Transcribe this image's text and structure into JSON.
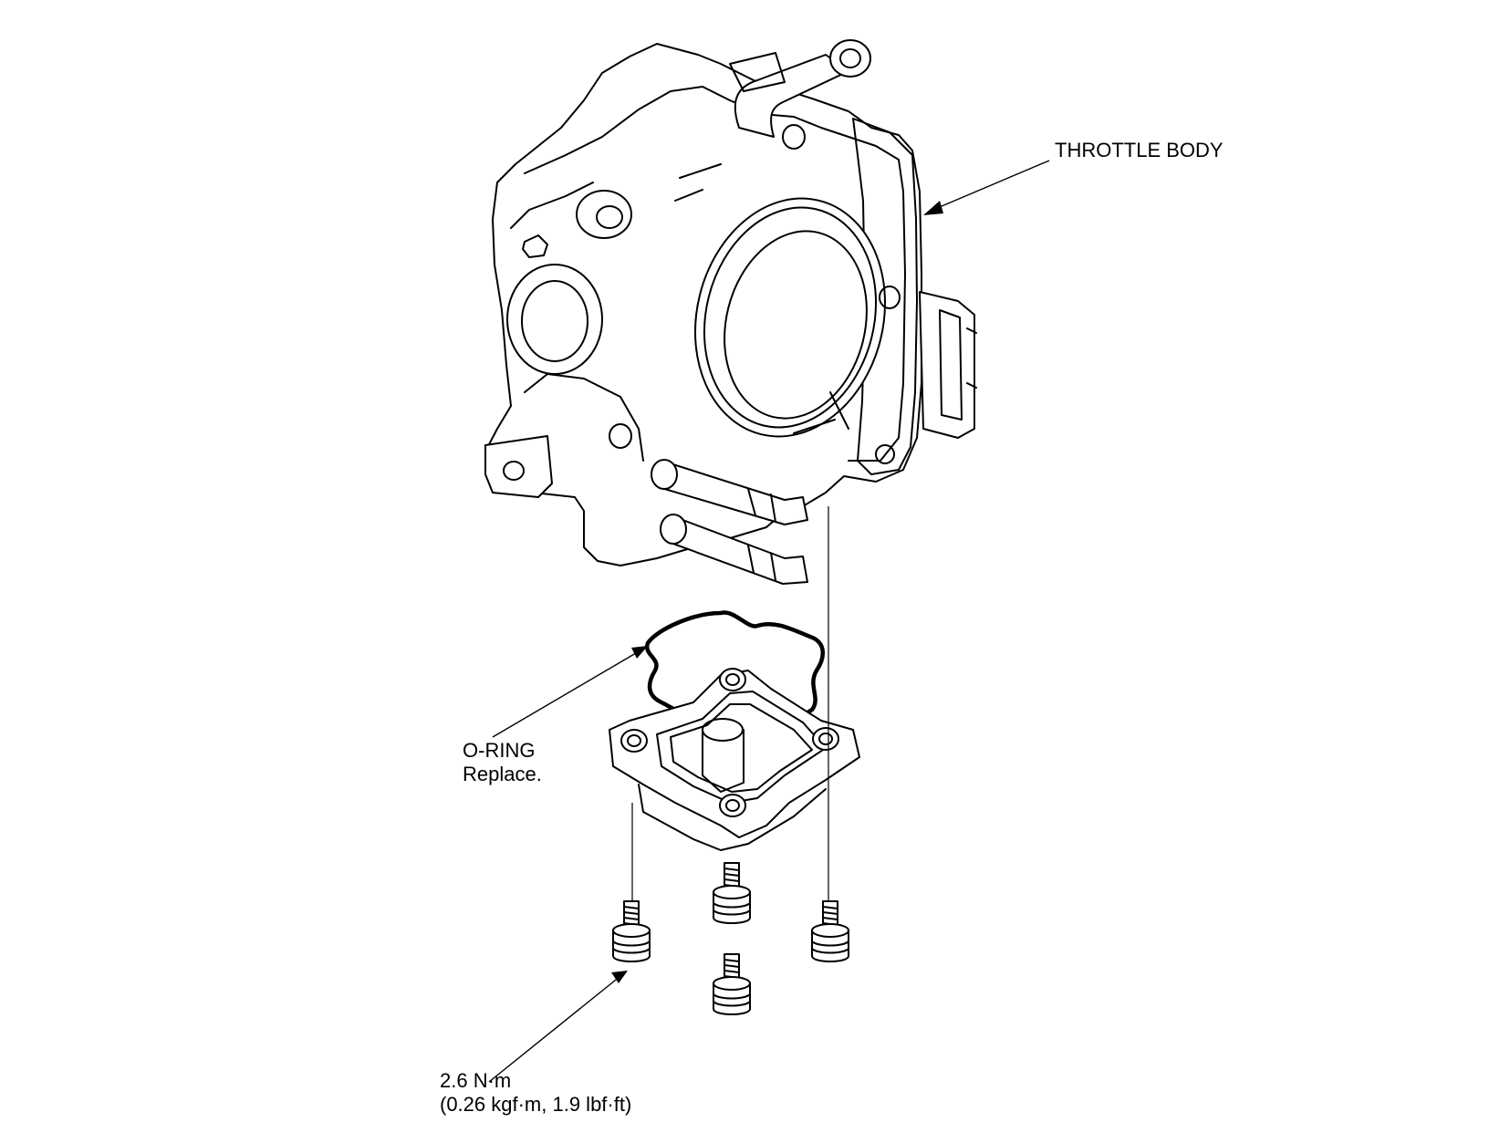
{
  "callouts": {
    "throttle_body": "THROTTLE BODY",
    "o_ring": {
      "name": "O-RING",
      "note": "Replace."
    },
    "torque": {
      "value": "2.6 N·m",
      "alt": "(0.26 kgf·m, 1.9 lbf·ft)"
    }
  },
  "colors": {
    "ink": "#000000",
    "paper": "#ffffff"
  }
}
